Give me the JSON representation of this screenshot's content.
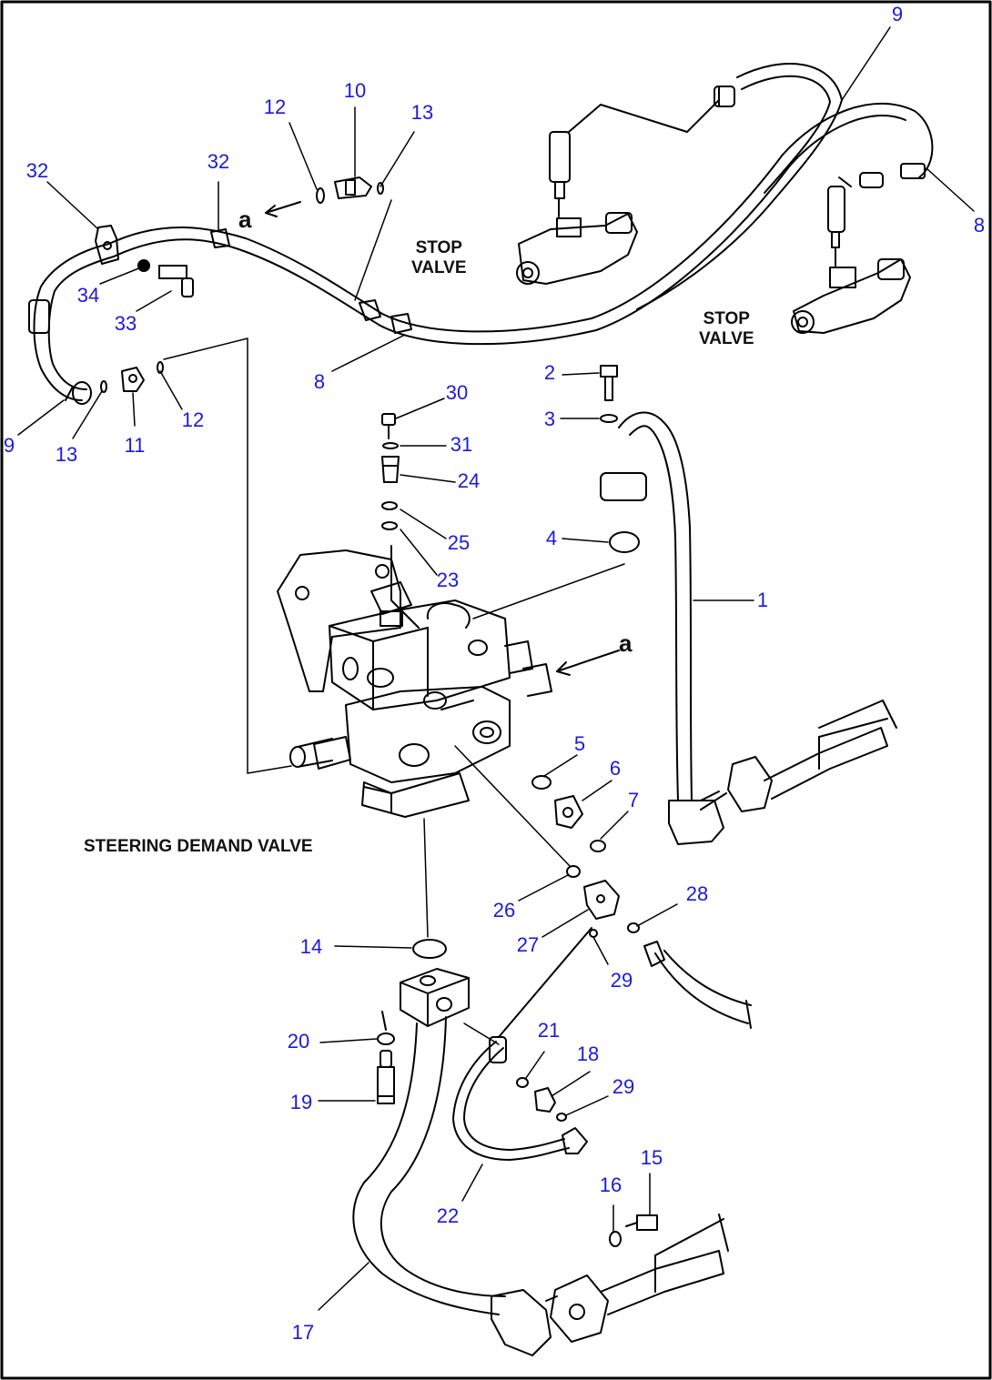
{
  "diagram": {
    "colors": {
      "callout": "#1a1adb",
      "line": "#000000",
      "background": "#ffffff",
      "frame": "#000000"
    },
    "labels": {
      "stop_valve_left": "STOP\nVALVE",
      "stop_valve_right": "STOP\nVALVE",
      "steering_demand_valve": "STEERING DEMAND VALVE",
      "ref_a_top": "a",
      "ref_a_right": "a"
    },
    "callouts": {
      "c1": "1",
      "c2": "2",
      "c3": "3",
      "c4": "4",
      "c5": "5",
      "c6": "6",
      "c7": "7",
      "c8_top": "8",
      "c8_bottom": "8",
      "c9_top": "9",
      "c9_left": "9",
      "c10": "10",
      "c11": "11",
      "c12_top": "12",
      "c12_mid": "12",
      "c13_top": "13",
      "c13_left": "13",
      "c14": "14",
      "c15": "15",
      "c16": "16",
      "c17": "17",
      "c18": "18",
      "c19": "19",
      "c20": "20",
      "c21": "21",
      "c22": "22",
      "c23": "23",
      "c24": "24",
      "c25": "25",
      "c26": "26",
      "c27": "27",
      "c28": "28",
      "c29_top": "29",
      "c29_bottom": "29",
      "c30": "30",
      "c31": "31",
      "c32_left": "32",
      "c32_mid": "32",
      "c33": "33",
      "c34": "34"
    }
  }
}
